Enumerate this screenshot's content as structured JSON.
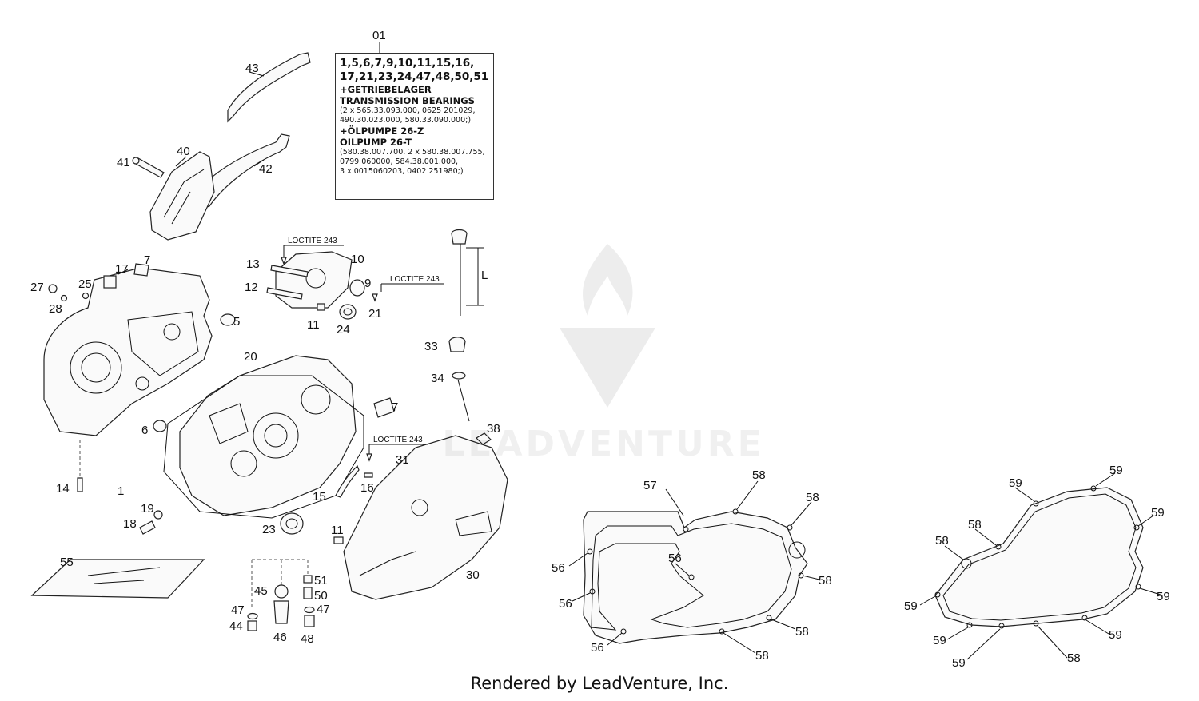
{
  "diagram": {
    "box_ref": "01",
    "box_lines_main": [
      "1,5,6,7,9,10,11,15,16,",
      "17,21,23,24,47,48,50,51",
      "+GETRIEBELAGER",
      "TRANSMISSION BEARINGS"
    ],
    "box_lines_small_1": [
      "(2 x 565.33.093.000, 0625 201029,",
      "490.30.023.000, 580.33.090.000;)"
    ],
    "box_lines_mid": [
      "+ÖLPUMPE 26-Z",
      "OILPUMP 26-T"
    ],
    "box_lines_small_2": [
      "(580.38.007.700, 2 x 580.38.007.755,",
      "0799 060000, 584.38.001.000,",
      "3 x 0015060203, 0402 251980;)"
    ],
    "loctite": "LOCTITE 243",
    "dipstick_dim": "L",
    "watermark": "LEADVENTURE",
    "footer": "Rendered by LeadVenture, Inc.",
    "labels": [
      {
        "id": "l43",
        "text": "43"
      },
      {
        "id": "l40",
        "text": "40"
      },
      {
        "id": "l41",
        "text": "41"
      },
      {
        "id": "l42",
        "text": "42"
      },
      {
        "id": "l13",
        "text": "13"
      },
      {
        "id": "l10",
        "text": "10"
      },
      {
        "id": "l12",
        "text": "12"
      },
      {
        "id": "l9",
        "text": "9"
      },
      {
        "id": "l11a",
        "text": "11"
      },
      {
        "id": "l24",
        "text": "24"
      },
      {
        "id": "l21",
        "text": "21"
      },
      {
        "id": "l17",
        "text": "17"
      },
      {
        "id": "l7a",
        "text": "7"
      },
      {
        "id": "l27",
        "text": "27"
      },
      {
        "id": "l25",
        "text": "25"
      },
      {
        "id": "l28",
        "text": "28"
      },
      {
        "id": "l5",
        "text": "5"
      },
      {
        "id": "l20",
        "text": "20"
      },
      {
        "id": "l7b",
        "text": "7"
      },
      {
        "id": "l6",
        "text": "6"
      },
      {
        "id": "l33",
        "text": "33"
      },
      {
        "id": "l34",
        "text": "34"
      },
      {
        "id": "l38",
        "text": "38"
      },
      {
        "id": "l31",
        "text": "31"
      },
      {
        "id": "l14",
        "text": "14"
      },
      {
        "id": "l1",
        "text": "1"
      },
      {
        "id": "l15",
        "text": "15"
      },
      {
        "id": "l16",
        "text": "16"
      },
      {
        "id": "l19",
        "text": "19"
      },
      {
        "id": "l18",
        "text": "18"
      },
      {
        "id": "l23",
        "text": "23"
      },
      {
        "id": "l11b",
        "text": "11"
      },
      {
        "id": "l55",
        "text": "55"
      },
      {
        "id": "l30",
        "text": "30"
      },
      {
        "id": "l51",
        "text": "51"
      },
      {
        "id": "l45",
        "text": "45"
      },
      {
        "id": "l50",
        "text": "50"
      },
      {
        "id": "l47a",
        "text": "47"
      },
      {
        "id": "l47b",
        "text": "47"
      },
      {
        "id": "l44",
        "text": "44"
      },
      {
        "id": "l46",
        "text": "46"
      },
      {
        "id": "l48",
        "text": "48"
      },
      {
        "id": "l57",
        "text": "57"
      },
      {
        "id": "l58a",
        "text": "58"
      },
      {
        "id": "l58b",
        "text": "58"
      },
      {
        "id": "l56a",
        "text": "56"
      },
      {
        "id": "l56b",
        "text": "56"
      },
      {
        "id": "l58c",
        "text": "58"
      },
      {
        "id": "l56c",
        "text": "56"
      },
      {
        "id": "l58d",
        "text": "58"
      },
      {
        "id": "l56d",
        "text": "56"
      },
      {
        "id": "l58e",
        "text": "58"
      },
      {
        "id": "l59a",
        "text": "59"
      },
      {
        "id": "l59b",
        "text": "59"
      },
      {
        "id": "l59c",
        "text": "59"
      },
      {
        "id": "l58f",
        "text": "58"
      },
      {
        "id": "l58g",
        "text": "58"
      },
      {
        "id": "l59d",
        "text": "59"
      },
      {
        "id": "l59e",
        "text": "59"
      },
      {
        "id": "l59f",
        "text": "59"
      },
      {
        "id": "l59g",
        "text": "59"
      },
      {
        "id": "l59h",
        "text": "59"
      },
      {
        "id": "l58h",
        "text": "58"
      }
    ]
  }
}
